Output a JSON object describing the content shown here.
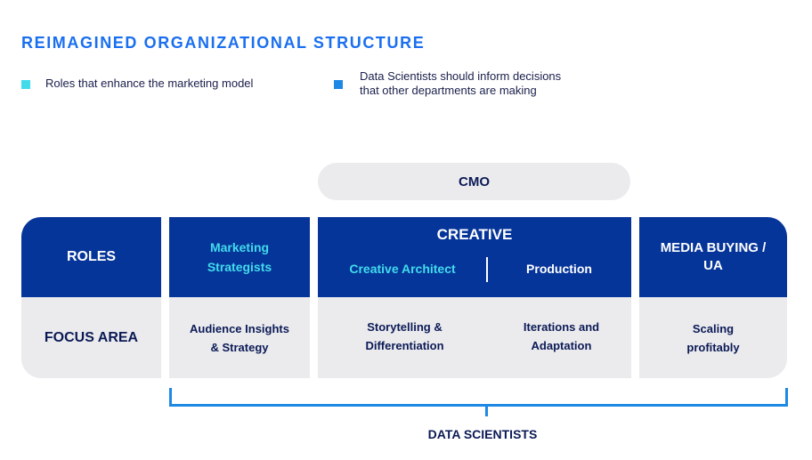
{
  "title": "REIMAGINED ORGANIZATIONAL STRUCTURE",
  "legend": [
    {
      "text": "Roles that enhance the marketing model",
      "color": "#41dbeb"
    },
    {
      "text_line1": "Data Scientists should inform decisions",
      "text_line2": "that other departments are making",
      "color": "#1e88e5"
    }
  ],
  "cmo": "CMO",
  "rows": {
    "roles": "ROLES",
    "focus": "FOCUS AREA"
  },
  "columns": {
    "marketing": {
      "line1": "Marketing",
      "line2": "Strategists",
      "focus_line1": "Audience Insights",
      "focus_line2": "& Strategy"
    },
    "creative": {
      "header": "CREATIVE",
      "sub1": "Creative Architect",
      "sub2": "Production",
      "focus1_line1": "Storytelling &",
      "focus1_line2": "Differentiation",
      "focus2_line1": "Iterations and",
      "focus2_line2": "Adaptation"
    },
    "media": {
      "line1": "MEDIA BUYING /",
      "line2": "UA",
      "focus_line1": "Scaling",
      "focus_line2": "profitably"
    }
  },
  "data_scientists": "DATA SCIENTISTS",
  "colors": {
    "navy": "#06359a",
    "title_blue": "#1a6ff0",
    "cyan_accent": "#41dbeb",
    "bracket_blue": "#1e88e5",
    "grey": "#ebebee",
    "dark_text": "#0b1a55"
  }
}
